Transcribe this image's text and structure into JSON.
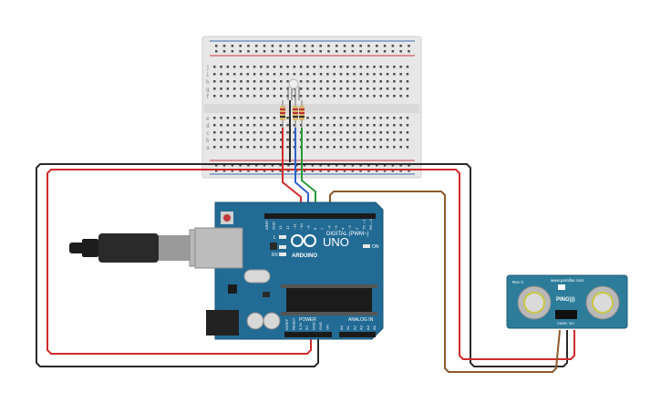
{
  "colors": {
    "background": "#ffffff",
    "breadboard": "#e7e7e7",
    "rail_red": "#d2393b",
    "rail_blue": "#3a6fb3",
    "arduino_board": "#226b95",
    "sensor_board": "#2c7c9a",
    "wire_black": "#2a2a2a",
    "wire_red": "#d02a2a",
    "wire_green": "#2b9a3a",
    "wire_blue": "#2d62c8",
    "wire_brown": "#8c5a2b"
  },
  "breadboard": {
    "row_letters_top": [
      "j",
      "i",
      "h",
      "g",
      "f"
    ],
    "row_letters_bottom": [
      "e",
      "d",
      "c",
      "b",
      "a"
    ]
  },
  "arduino": {
    "brand_text": "ARDUINO",
    "model_text": "UNO",
    "digital_label": "DIGITAL (PWM~)",
    "power_label": "POWER",
    "analog_label": "ANALOG IN",
    "on_label": "ON",
    "l_label": "L",
    "tx_label": "TX",
    "rx_label": "RX",
    "digital_pins": [
      "AREF",
      "GND",
      "13",
      "12",
      "~11",
      "~10",
      "~9",
      "8",
      "7",
      "~6",
      "~5",
      "4",
      "~3",
      "2",
      "TX→1",
      "RX←0"
    ],
    "power_pins": [
      "IOREF",
      "RESET",
      "3.3V",
      "5V",
      "GND",
      "GND",
      "Vin"
    ],
    "analog_pins": [
      "A0",
      "A1",
      "A2",
      "A3",
      "A4",
      "A5"
    ]
  },
  "sensor": {
    "model_text": "PING)))",
    "corner_text": "Rev C",
    "top_text": "www.parallax.com",
    "pin_labels": [
      "GND",
      "5V",
      "SIG"
    ]
  }
}
